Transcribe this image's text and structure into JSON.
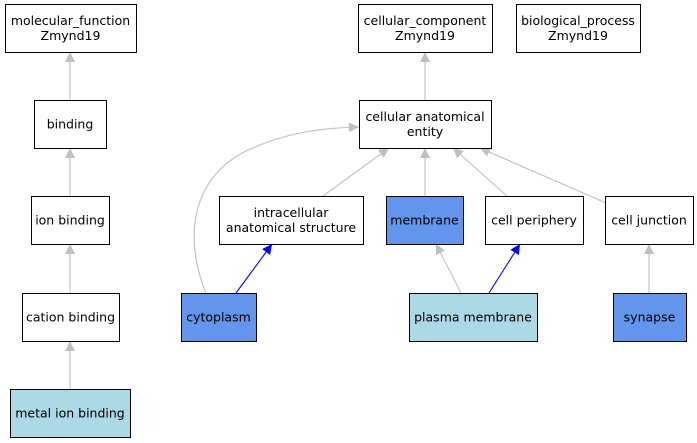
{
  "colors": {
    "default_fill": "#ffffff",
    "highlight_fill": "#6495ed",
    "light_fill": "#add8e6",
    "gray_edge": "#c0c0c0",
    "blue_edge": "#0000ff"
  },
  "nodes": [
    {
      "id": "molecular_function",
      "lines": [
        "molecular_function",
        "Zmynd19"
      ],
      "fill": "default"
    },
    {
      "id": "binding",
      "lines": [
        "binding"
      ],
      "fill": "default"
    },
    {
      "id": "ion_binding",
      "lines": [
        "ion binding"
      ],
      "fill": "default"
    },
    {
      "id": "cation_binding",
      "lines": [
        "cation binding"
      ],
      "fill": "default"
    },
    {
      "id": "metal_ion_binding",
      "lines": [
        "metal ion binding"
      ],
      "fill": "light"
    },
    {
      "id": "cellular_component",
      "lines": [
        "cellular_component",
        "Zmynd19"
      ],
      "fill": "default"
    },
    {
      "id": "biological_process",
      "lines": [
        "biological_process",
        "Zmynd19"
      ],
      "fill": "default"
    },
    {
      "id": "cellular_anatomical_entity",
      "lines": [
        "cellular anatomical",
        "entity"
      ],
      "fill": "default"
    },
    {
      "id": "intracellular_anatomical_structure",
      "lines": [
        "intracellular",
        "anatomical structure"
      ],
      "fill": "default"
    },
    {
      "id": "membrane",
      "lines": [
        "membrane"
      ],
      "fill": "highlight"
    },
    {
      "id": "cell_periphery",
      "lines": [
        "cell periphery"
      ],
      "fill": "default"
    },
    {
      "id": "cell_junction",
      "lines": [
        "cell junction"
      ],
      "fill": "default"
    },
    {
      "id": "cytoplasm",
      "lines": [
        "cytoplasm"
      ],
      "fill": "highlight"
    },
    {
      "id": "plasma_membrane",
      "lines": [
        "plasma membrane"
      ],
      "fill": "light"
    },
    {
      "id": "synapse",
      "lines": [
        "synapse"
      ],
      "fill": "highlight"
    }
  ],
  "edges": [
    {
      "from": "binding",
      "to": "molecular_function",
      "color": "gray"
    },
    {
      "from": "ion_binding",
      "to": "binding",
      "color": "gray"
    },
    {
      "from": "cation_binding",
      "to": "ion_binding",
      "color": "gray"
    },
    {
      "from": "metal_ion_binding",
      "to": "cation_binding",
      "color": "gray"
    },
    {
      "from": "cellular_anatomical_entity",
      "to": "cellular_component",
      "color": "gray"
    },
    {
      "from": "intracellular_anatomical_structure",
      "to": "cellular_anatomical_entity",
      "color": "gray"
    },
    {
      "from": "membrane",
      "to": "cellular_anatomical_entity",
      "color": "gray"
    },
    {
      "from": "cell_periphery",
      "to": "cellular_anatomical_entity",
      "color": "gray"
    },
    {
      "from": "cell_junction",
      "to": "cellular_anatomical_entity",
      "color": "gray"
    },
    {
      "from": "cytoplasm",
      "to": "cellular_anatomical_entity",
      "color": "gray"
    },
    {
      "from": "cytoplasm",
      "to": "intracellular_anatomical_structure",
      "color": "blue"
    },
    {
      "from": "plasma_membrane",
      "to": "membrane",
      "color": "gray"
    },
    {
      "from": "plasma_membrane",
      "to": "cell_periphery",
      "color": "blue"
    },
    {
      "from": "synapse",
      "to": "cell_junction",
      "color": "gray"
    }
  ]
}
